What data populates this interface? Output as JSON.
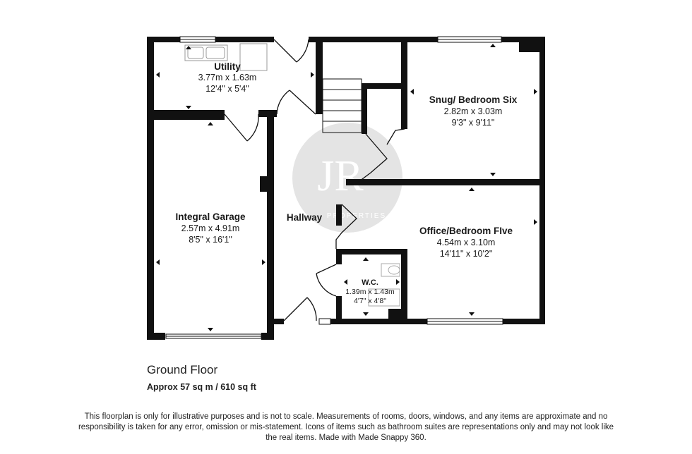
{
  "rooms": {
    "utility": {
      "name": "Utility",
      "metric": "3.77m x 1.63m",
      "imperial": "12'4\" x 5'4\""
    },
    "snug": {
      "name": "Snug/ Bedroom Six",
      "metric": "2.82m x 3.03m",
      "imperial": "9'3\" x 9'11\""
    },
    "garage": {
      "name": "Integral Garage",
      "metric": "2.57m x 4.91m",
      "imperial": "8'5\" x 16'1\""
    },
    "hallway": {
      "name": "Hallway"
    },
    "office": {
      "name": "Office/Bedroom FIve",
      "metric": "4.54m x 3.10m",
      "imperial": "14'11\" x 10'2\""
    },
    "wc": {
      "name": "W.C.",
      "metric": "1.39m x 1.43m",
      "imperial": "4'7\" x 4'8\""
    }
  },
  "watermark": {
    "monogram": "JR",
    "subtitle": "PROPERTIES"
  },
  "floor": {
    "title": "Ground Floor",
    "area": "Approx 57 sq m / 610 sq ft"
  },
  "disclaimer": "This floorplan is only for illustrative purposes and is not to scale. Measurements of rooms, doors, windows, and any items are approximate and no responsibility is taken for any error, omission or mis-statement. Icons of items such as bathroom suites are representations only and may not look like the real items. Made with Made Snappy 360."
}
